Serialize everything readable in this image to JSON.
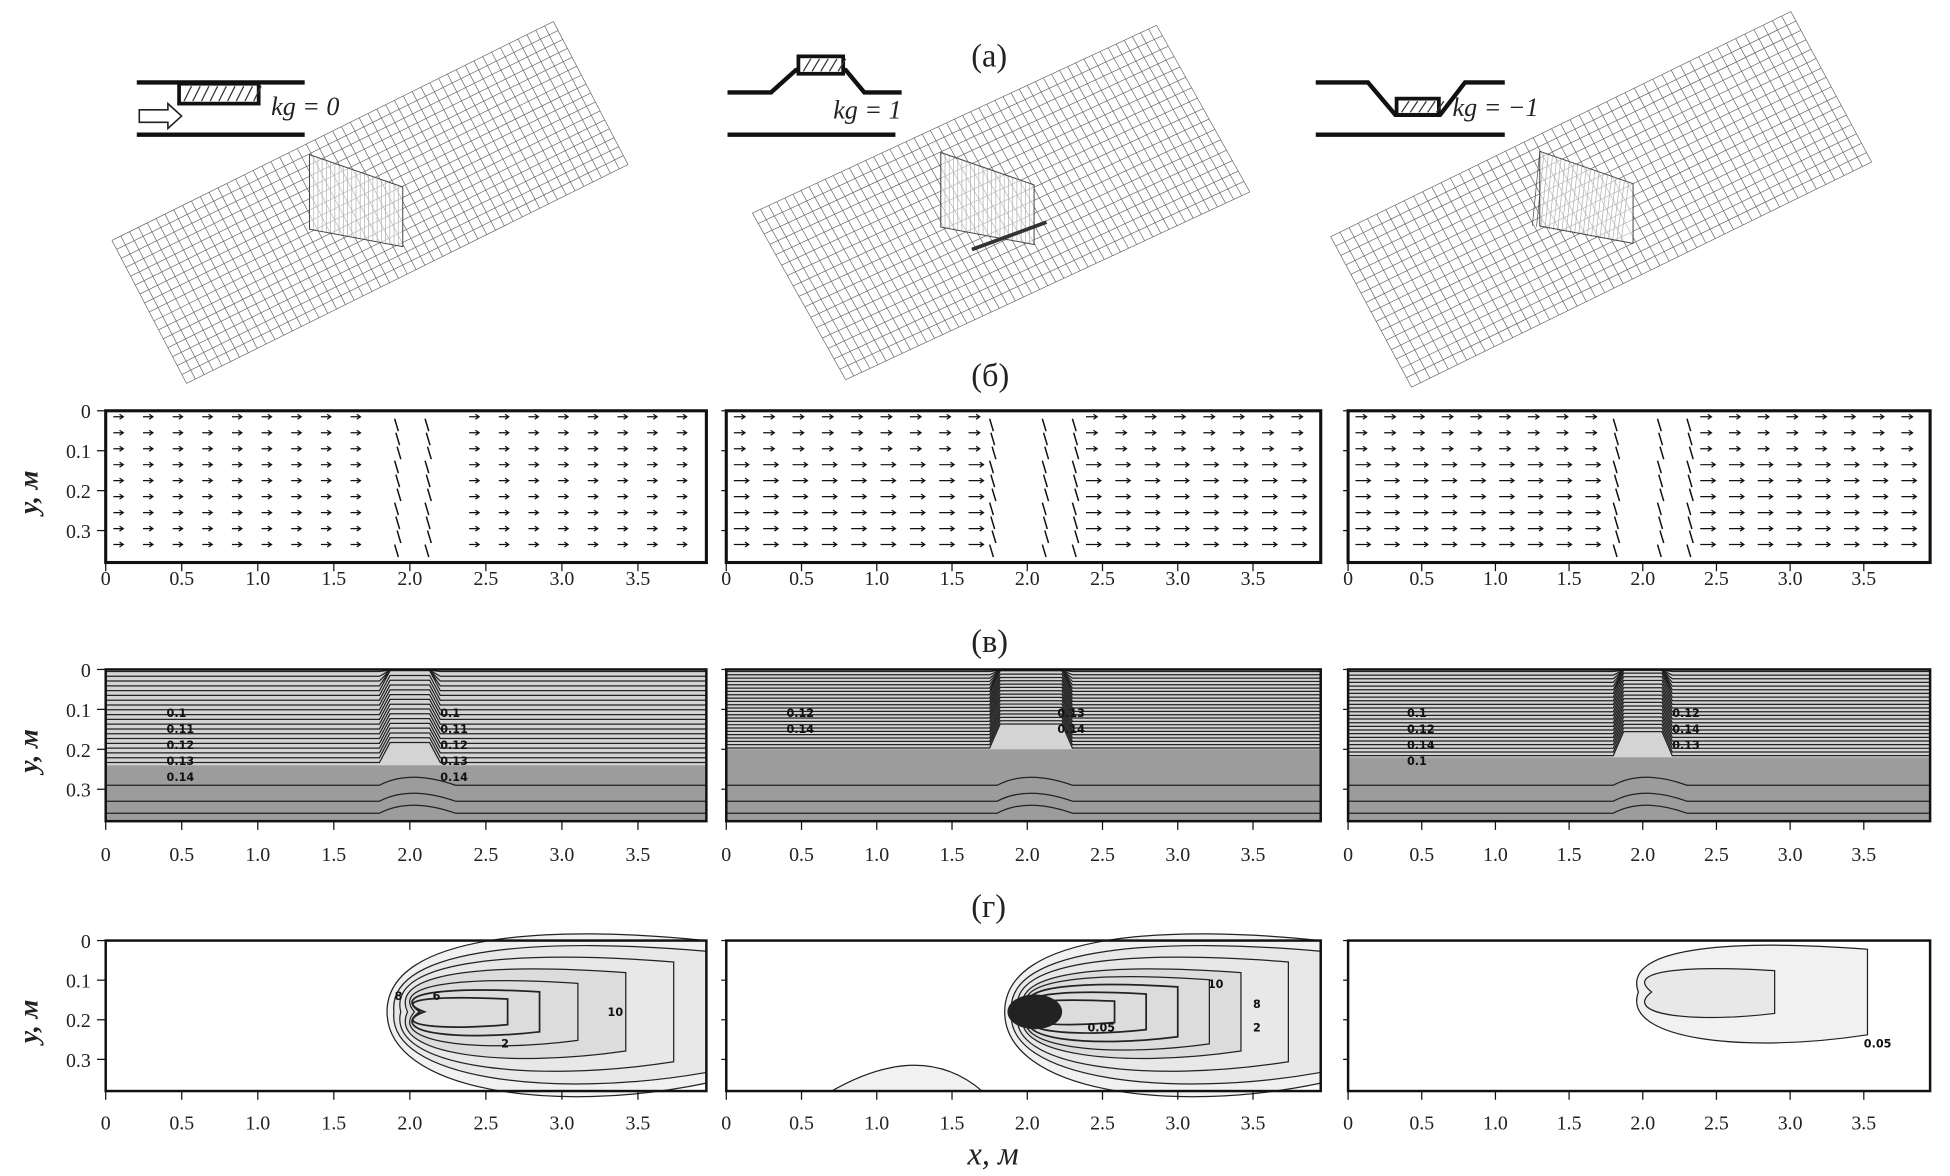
{
  "chart_data": {
    "type": "figure-grid",
    "panel_labels": {
      "a": "(а)",
      "b": "(б)",
      "v": "(в)",
      "g": "(г)"
    },
    "insets": [
      {
        "kg_label": "kg = 0"
      },
      {
        "kg_label": "kg = 1"
      },
      {
        "kg_label": "kg = −1"
      }
    ],
    "x_axis": {
      "label": "x, м",
      "ticks": [
        "0",
        "0.5",
        "1.0",
        "1.5",
        "2.0",
        "2.5",
        "3.0",
        "3.5"
      ],
      "range": [
        0,
        3.95
      ]
    },
    "y_axis": {
      "label": "y, м",
      "ticks": [
        "0",
        "0.1",
        "0.2",
        "0.3"
      ],
      "range": [
        0,
        0.38
      ]
    },
    "row_b_type": "vector field",
    "row_v_type": "contour",
    "row_g_type": "contour",
    "obstacle_x": [
      1.85,
      2.15
    ],
    "row_v_contour_labels": [
      [
        "0.1",
        "0.11",
        "0.12",
        "0.13",
        "0.14",
        "0.1",
        "0.11",
        "0.12",
        "0.13",
        "0.14"
      ],
      [
        "0.12",
        "0.14",
        "0.13",
        "0.14"
      ],
      [
        "0.1",
        "0.12",
        "0.14",
        "0.1",
        "0.12",
        "0.14",
        "0.13"
      ]
    ],
    "row_g_contour_labels": [
      [
        "8",
        "6",
        "2",
        "10"
      ],
      [
        "10",
        "8",
        "2",
        "0.05"
      ],
      [
        "0.05"
      ]
    ]
  }
}
